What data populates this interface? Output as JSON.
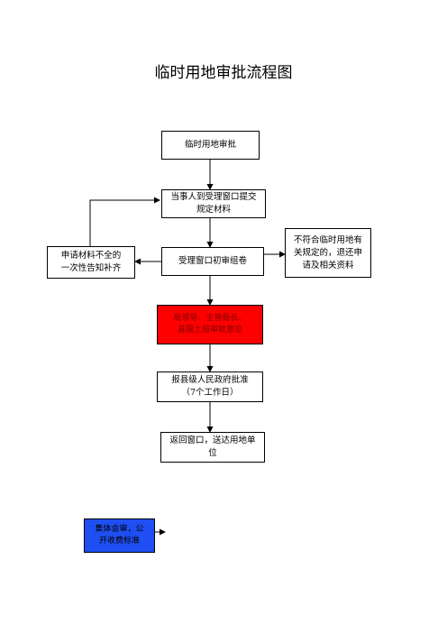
{
  "title": "临时用地审批流程图",
  "nodes": {
    "start": "临时用地审批",
    "submit": "当事人到受理窗口提交\n规定材料",
    "review": "受理窗口初审组卷",
    "incomplete": "申请材料不全的\n一次性告知补齐",
    "noncompliant": "不符合临时用地有\n关规定的，退还申\n请及相关资料",
    "approve_opinion": "局领导、主管局长、\n县国土局审批意见",
    "county": "报县级人民政府批准\n（7个工作日）",
    "return": "返回窗口，送达用地单\n位",
    "collective": "集体会审，公\n开收费标准"
  },
  "colors": {
    "approve_fill": "#ff0000",
    "collective_fill": "#1f4ff2"
  }
}
